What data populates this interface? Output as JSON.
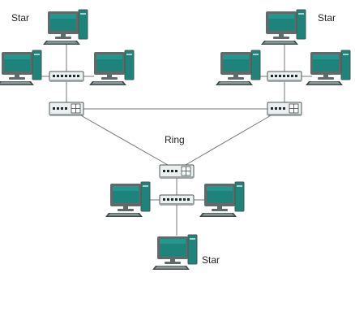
{
  "labels": {
    "star_top_left": "Star",
    "star_top_right": "Star",
    "ring": "Ring",
    "star_bottom": "Star"
  },
  "colors": {
    "monitor_screen": "#1d837b",
    "monitor_frame": "#5f6b6a",
    "device_body": "#ecefef",
    "device_port": "#1f2a2a",
    "link_line": "#777777"
  },
  "icons": {
    "computer": "computer-icon",
    "access_switch": "switch-icon",
    "ring_switch": "ring-switch-icon"
  }
}
